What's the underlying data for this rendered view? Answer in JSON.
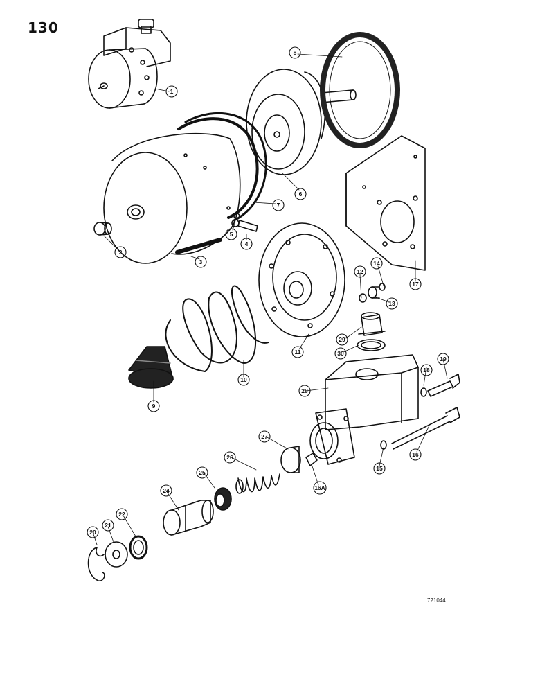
{
  "page_number": "130",
  "figure_code": "721044",
  "callouts": [
    {
      "id": "1",
      "label": "1"
    },
    {
      "id": "2",
      "label": "2"
    },
    {
      "id": "3",
      "label": "3"
    },
    {
      "id": "4",
      "label": "4"
    },
    {
      "id": "5",
      "label": "5"
    },
    {
      "id": "6",
      "label": "6"
    },
    {
      "id": "7",
      "label": "7"
    },
    {
      "id": "8",
      "label": "8"
    },
    {
      "id": "9",
      "label": "9"
    },
    {
      "id": "10",
      "label": "10"
    },
    {
      "id": "11",
      "label": "11"
    },
    {
      "id": "12",
      "label": "12"
    },
    {
      "id": "13",
      "label": "13"
    },
    {
      "id": "14",
      "label": "14"
    },
    {
      "id": "15",
      "label": "15"
    },
    {
      "id": "16",
      "label": "16"
    },
    {
      "id": "16A",
      "label": "16A"
    },
    {
      "id": "17",
      "label": "17"
    },
    {
      "id": "18",
      "label": "18"
    },
    {
      "id": "19",
      "label": "19"
    },
    {
      "id": "20",
      "label": "20"
    },
    {
      "id": "21",
      "label": "21"
    },
    {
      "id": "22",
      "label": "22"
    },
    {
      "id": "24",
      "label": "24"
    },
    {
      "id": "25",
      "label": "25"
    },
    {
      "id": "26",
      "label": "26"
    },
    {
      "id": "27",
      "label": "27"
    },
    {
      "id": "28",
      "label": "28"
    },
    {
      "id": "29",
      "label": "29"
    },
    {
      "id": "30",
      "label": "30"
    }
  ]
}
